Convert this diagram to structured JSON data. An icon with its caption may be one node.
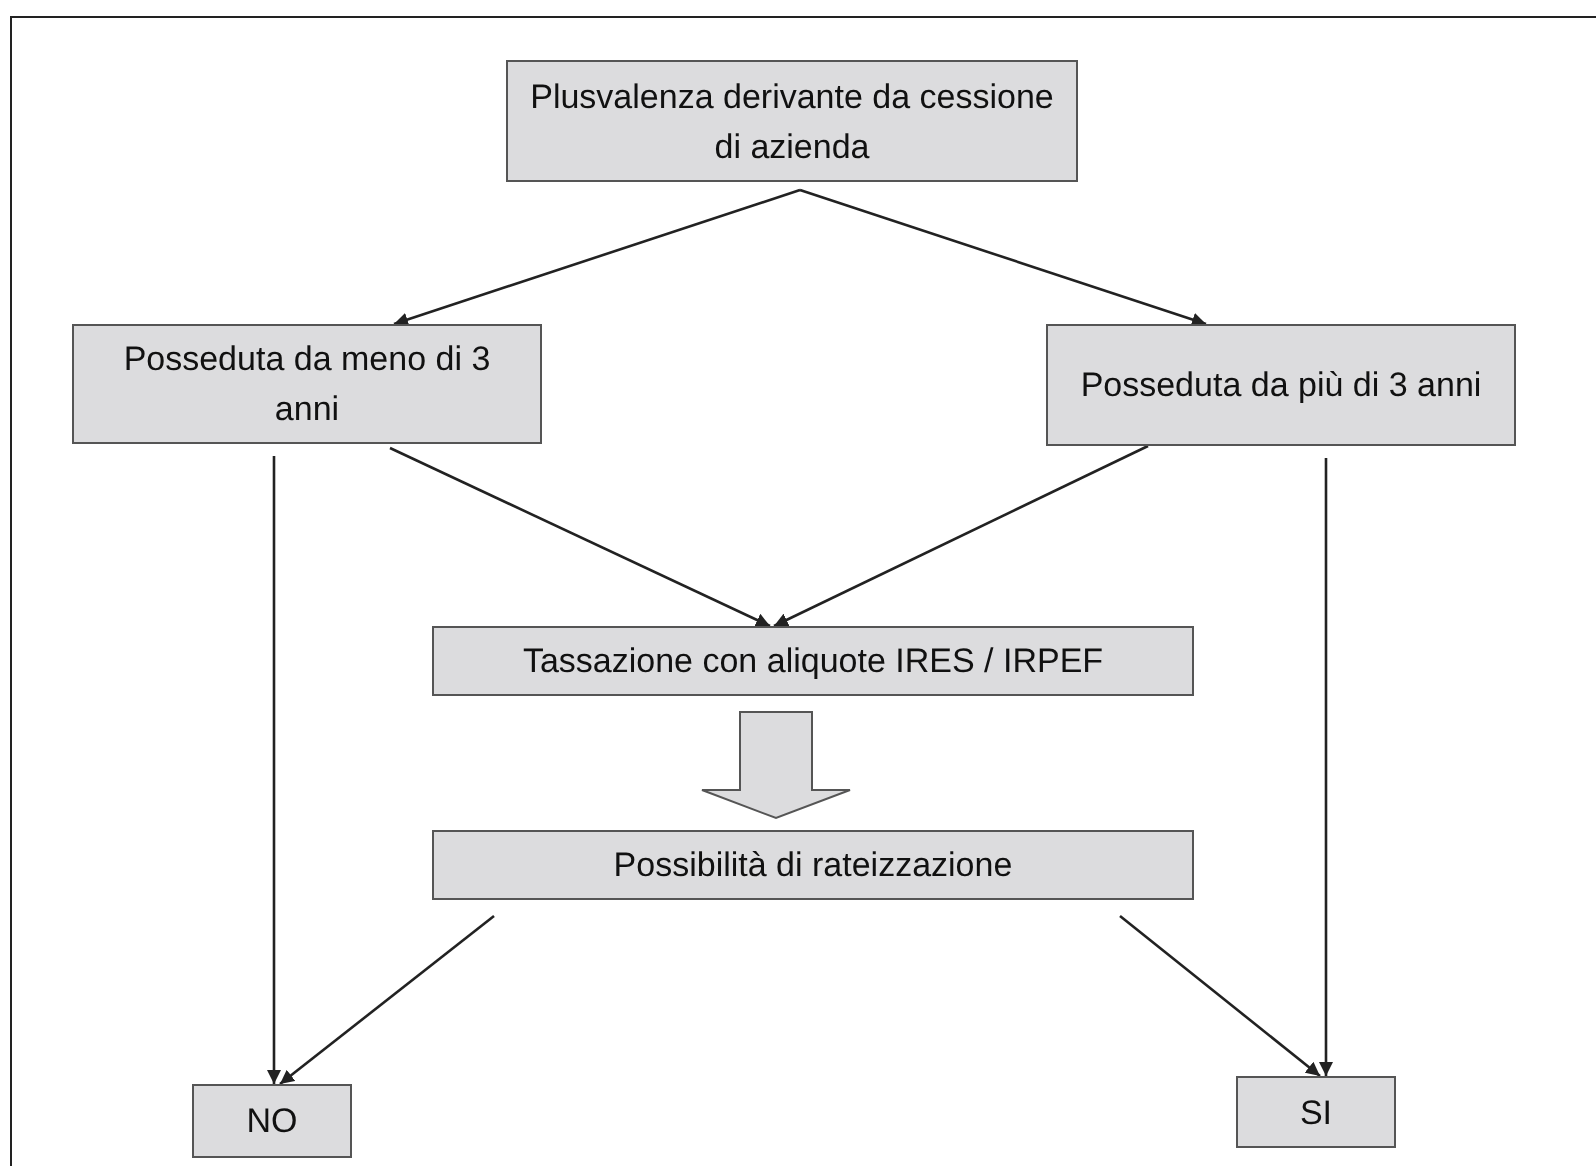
{
  "diagram": {
    "nodes": [
      {
        "text": [
          "Plusvalenza derivante da cessione di azienda"
        ]
      },
      {
        "text": [
          "Posseduta da meno di 3 anni"
        ]
      },
      {
        "text": [
          "Posseduta da più di 3 anni"
        ]
      },
      {
        "text": [
          "Tassazione con aliquote IRES / IRPEF"
        ]
      },
      {
        "text": [
          "Possibilità di rateizzazione"
        ]
      },
      {
        "text": [
          "NO"
        ]
      },
      {
        "text": [
          "SI"
        ]
      }
    ],
    "edges": [
      {
        "from": 0,
        "to": 1,
        "arrow": "to"
      },
      {
        "from": 0,
        "to": 2,
        "arrow": "to"
      },
      {
        "from": 1,
        "to": 3,
        "arrow": "to"
      },
      {
        "from": 2,
        "to": 3,
        "arrow": "to"
      },
      {
        "from": 3,
        "to": 4,
        "arrow": "to",
        "style": "thick"
      },
      {
        "from": 1,
        "to": 5,
        "arrow": "to"
      },
      {
        "from": 4,
        "to": 5,
        "arrow": "to"
      },
      {
        "from": 4,
        "to": 6,
        "arrow": "to"
      },
      {
        "from": 2,
        "to": 6,
        "arrow": "to"
      }
    ]
  }
}
